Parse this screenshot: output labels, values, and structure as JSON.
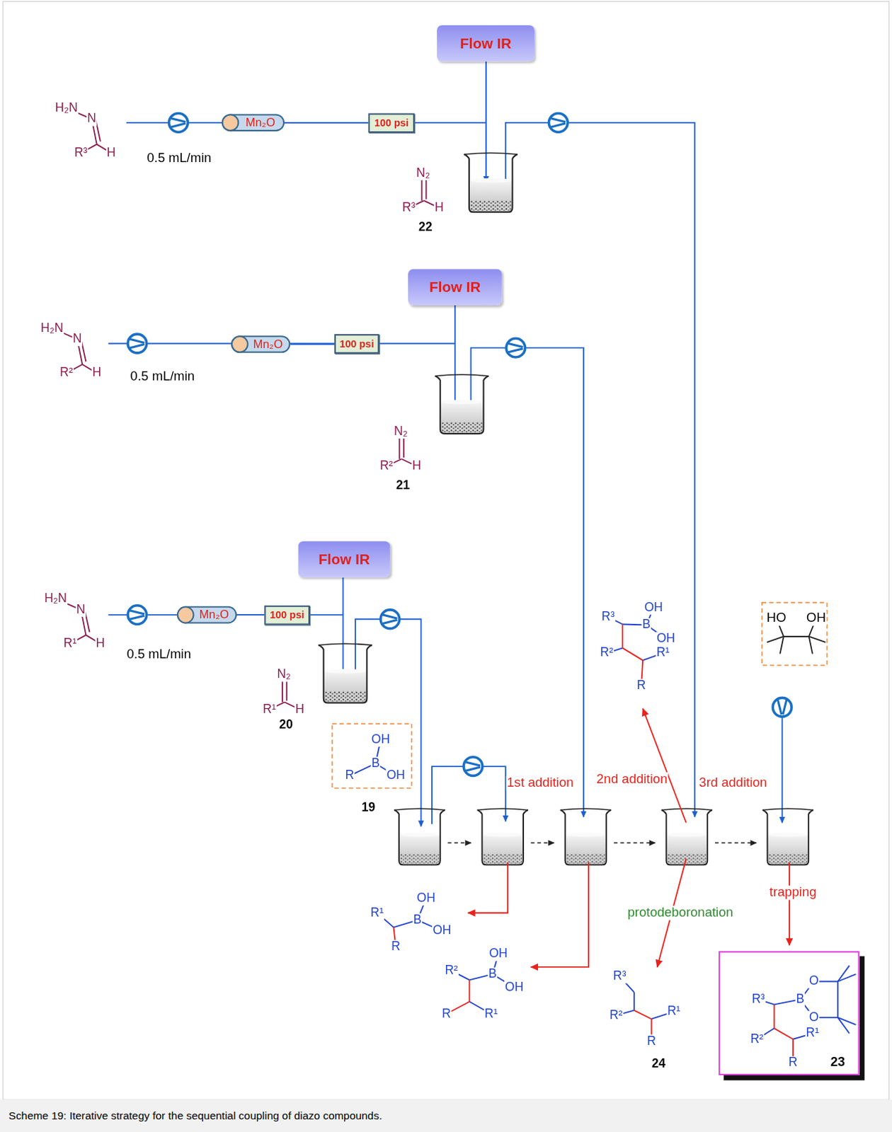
{
  "diagram": {
    "caption": "Scheme 19: Iterative strategy for the sequential coupling of diazo compounds.",
    "nodes": [
      {
        "text": [
          "Flow IR"
        ]
      },
      {
        "text": [
          "Mn₂O"
        ]
      },
      {
        "text": [
          "100 psi"
        ]
      },
      {
        "text": [
          "Flow IR"
        ]
      },
      {
        "text": [
          "Mn₂O"
        ]
      },
      {
        "text": [
          "100 psi"
        ]
      },
      {
        "text": [
          "Flow IR"
        ]
      },
      {
        "text": [
          "Mn₂O"
        ]
      },
      {
        "text": [
          "100 psi"
        ]
      },
      {
        "text": [
          "23"
        ]
      }
    ],
    "edges": [
      {
        "from": 1,
        "to": 2,
        "arrow": "none"
      },
      {
        "from": 4,
        "to": 5,
        "arrow": "none"
      },
      {
        "from": 7,
        "to": 8,
        "arrow": "none"
      }
    ],
    "labels": [
      "H₂N",
      "N",
      "R³",
      "H",
      "0.5 mL/min",
      "N₂",
      "R³",
      "H",
      "22",
      "H₂N",
      "N",
      "R²",
      "H",
      "0.5 mL/min",
      "N₂",
      "R²",
      "H",
      "21",
      "H₂N",
      "N",
      "R¹",
      "H",
      "0.5 mL/min",
      "N₂",
      "R¹",
      "H",
      "20",
      "OH",
      "R³",
      "B",
      "OH",
      "R²",
      "R¹",
      "R",
      "HO",
      "OH",
      "OH",
      "R",
      "B",
      "OH",
      "19",
      "1st addition",
      "2nd addition",
      "3rd addition",
      "trapping",
      "protodeboronation",
      "OH",
      "R¹",
      "B",
      "OH",
      "R",
      "OH",
      "R²",
      "B",
      "OH",
      "R",
      "R¹",
      "R³",
      "R²",
      "R¹",
      "R",
      "24",
      "O",
      "R³",
      "B",
      "O",
      "R²",
      "R¹",
      "R"
    ]
  }
}
